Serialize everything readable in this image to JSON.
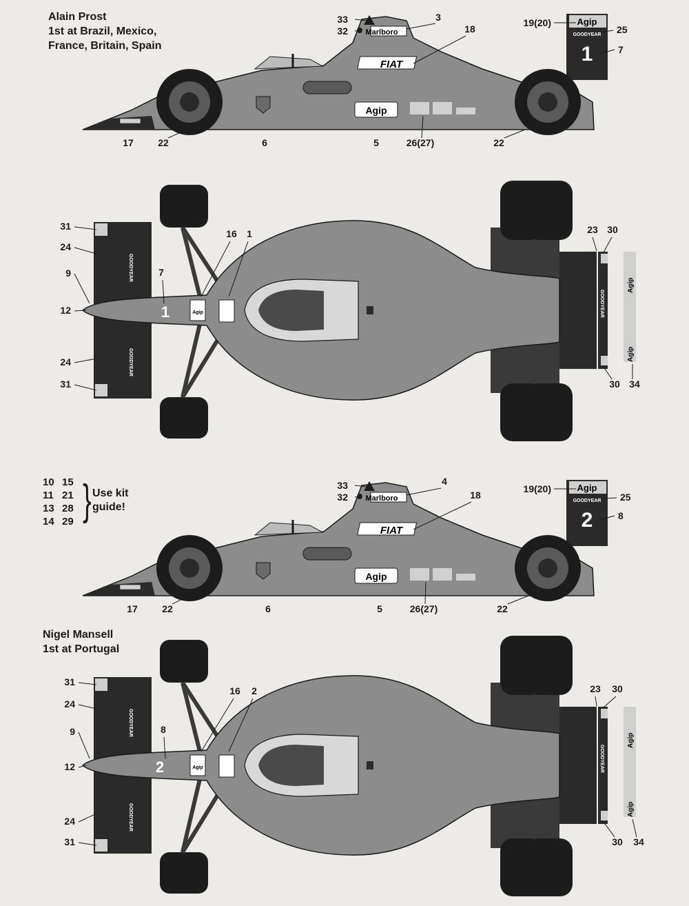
{
  "captions": {
    "prost": "Alain Prost\n1st at Brazil, Mexico,\nFrance, Britain, Spain",
    "mansell": "Nigel Mansell\n1st at Portugal"
  },
  "kit_guide": {
    "numbers": [
      [
        "10",
        "15"
      ],
      [
        "11",
        "21"
      ],
      [
        "13",
        "28"
      ],
      [
        "14",
        "29"
      ]
    ],
    "note": "Use kit\nguide!"
  },
  "decals": {
    "agip": "Agip",
    "goodyear": "GOODYEAR",
    "marlboro": "Marlboro",
    "fiat": "FIAT",
    "prost_number": "1",
    "mansell_number": "2"
  },
  "colors": {
    "body": "#8c8c8c",
    "tyre": "#1c1c1c",
    "wing": "#2a2a2a",
    "background": "#ecebe8"
  },
  "side1_labels": [
    "33",
    "32",
    "3",
    "18",
    "19(20)",
    "25",
    "7",
    "17",
    "22",
    "6",
    "5",
    "26(27)",
    "22"
  ],
  "top1_labels": [
    "31",
    "24",
    "9",
    "12",
    "24",
    "31",
    "16",
    "1",
    "7",
    "23",
    "30",
    "30",
    "34"
  ],
  "side2_labels": [
    "33",
    "32",
    "4",
    "18",
    "19(20)",
    "25",
    "8",
    "17",
    "22",
    "6",
    "5",
    "26(27)",
    "22"
  ],
  "top2_labels": [
    "31",
    "24",
    "9",
    "12",
    "24",
    "31",
    "16",
    "2",
    "8",
    "23",
    "30",
    "30",
    "34"
  ]
}
